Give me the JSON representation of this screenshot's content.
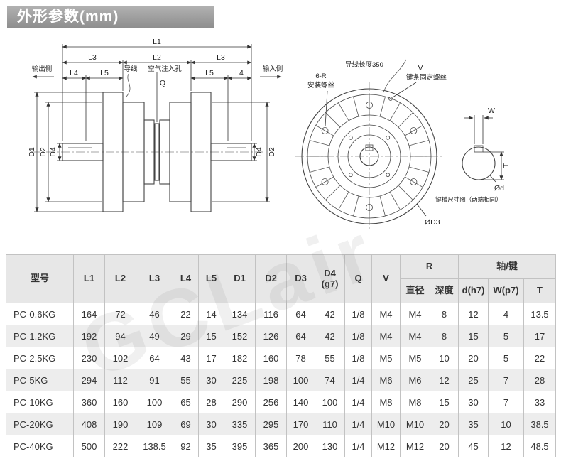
{
  "header": {
    "title": "外形参数(mm)"
  },
  "watermark": {
    "text": "GCLair"
  },
  "drawings": {
    "side": {
      "l1": "L1",
      "l2": "L2",
      "l3_left": "L3",
      "l3_right": "L3",
      "l4_left": "L4",
      "l5_left": "L5",
      "l5_right": "L5",
      "l4_right": "L4",
      "d1": "D1",
      "d2_left": "D2",
      "d4_left": "D4",
      "d4_right": "D4",
      "d2_right": "D2",
      "output_side": "输出侧",
      "input_side": "输入侧",
      "lead_wire": "导线",
      "air_hole": "空气注入孔",
      "q": "Q"
    },
    "front": {
      "screw_count": "6-R",
      "mount_screw": "安装螺丝",
      "lead_length": "导线长度350",
      "v": "V",
      "key_screw": "键条固定螺丝",
      "d3": "ØD3"
    },
    "shaft": {
      "w": "W",
      "t": "T",
      "od": "Ød",
      "caption": "键槽尺寸图（两端相同）"
    }
  },
  "table": {
    "headers": {
      "model": "型号",
      "simple": [
        "L1",
        "L2",
        "L3",
        "L4",
        "L5",
        "D1",
        "D2",
        "D3",
        "D4 (g7)",
        "Q",
        "V"
      ],
      "r_group": "R",
      "r_sub": [
        "直径",
        "深度"
      ],
      "shaft_group": "轴/键",
      "shaft_sub": [
        "d(h7)",
        "W(p7)",
        "T"
      ]
    },
    "rows": [
      {
        "model": "PC-0.6KG",
        "values": [
          "164",
          "72",
          "46",
          "22",
          "14",
          "134",
          "116",
          "64",
          "42",
          "1/8",
          "M4",
          "M4",
          "8",
          "12",
          "4",
          "13.5"
        ]
      },
      {
        "model": "PC-1.2KG",
        "values": [
          "192",
          "94",
          "49",
          "29",
          "15",
          "152",
          "126",
          "64",
          "42",
          "1/8",
          "M4",
          "M4",
          "8",
          "15",
          "5",
          "17"
        ]
      },
      {
        "model": "PC-2.5KG",
        "values": [
          "230",
          "102",
          "64",
          "43",
          "17",
          "182",
          "160",
          "78",
          "55",
          "1/8",
          "M5",
          "M5",
          "10",
          "20",
          "5",
          "22"
        ]
      },
      {
        "model": "PC-5KG",
        "values": [
          "294",
          "112",
          "91",
          "55",
          "30",
          "225",
          "198",
          "100",
          "74",
          "1/4",
          "M6",
          "M6",
          "12",
          "25",
          "7",
          "28"
        ]
      },
      {
        "model": "PC-10KG",
        "values": [
          "360",
          "160",
          "100",
          "65",
          "28",
          "290",
          "256",
          "140",
          "100",
          "1/4",
          "M8",
          "M8",
          "15",
          "30",
          "7",
          "33"
        ]
      },
      {
        "model": "PC-20KG",
        "values": [
          "408",
          "190",
          "109",
          "69",
          "30",
          "335",
          "295",
          "170",
          "110",
          "1/4",
          "M10",
          "M10",
          "20",
          "35",
          "10",
          "38.5"
        ]
      },
      {
        "model": "PC-40KG",
        "values": [
          "500",
          "222",
          "138.5",
          "92",
          "35",
          "395",
          "365",
          "200",
          "130",
          "1/4",
          "M12",
          "M12",
          "20",
          "45",
          "12",
          "48.5"
        ]
      }
    ]
  }
}
